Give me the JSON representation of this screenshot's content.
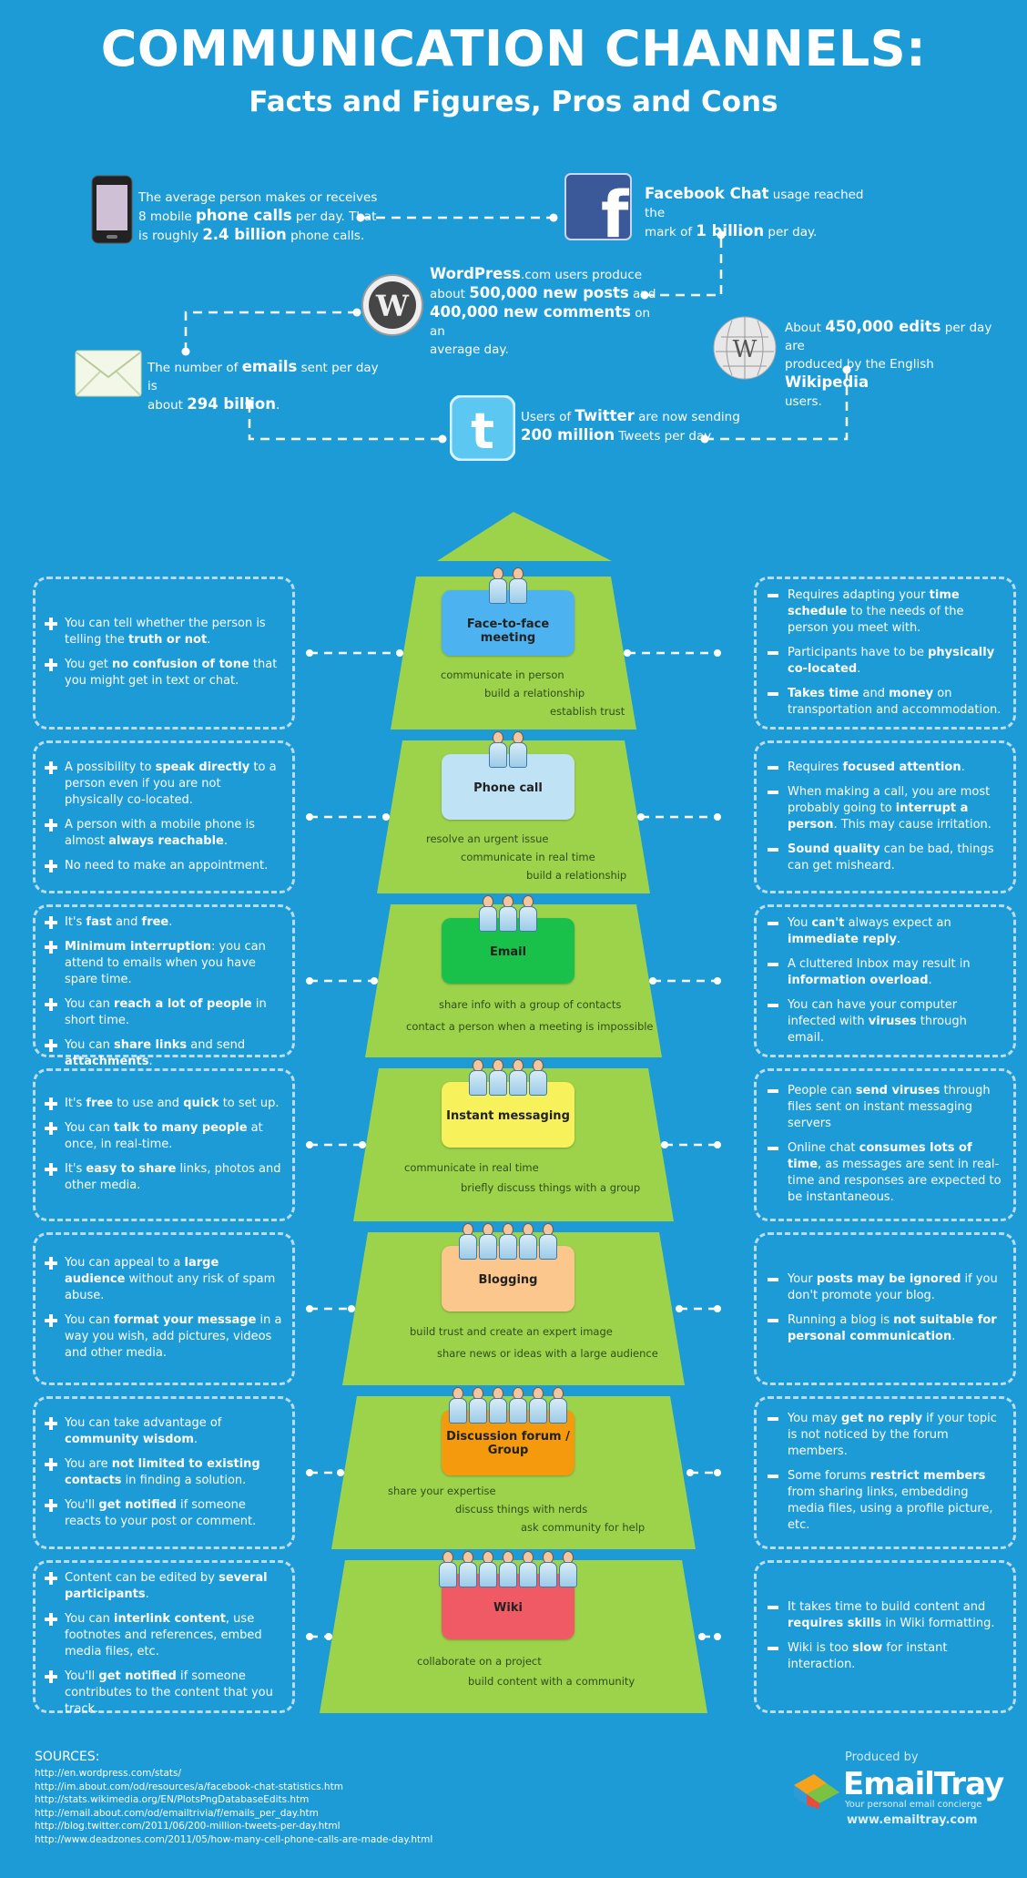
{
  "title": "COMMUNICATION CHANNELS:",
  "subtitle": "Facts and Figures, Pros and Cons",
  "facts": {
    "phone": {
      "t1": "The average person makes or receives",
      "t2": "8 mobile ",
      "b1": "phone calls",
      "t3": " per day.  That",
      "t4": "is roughly ",
      "b2": "2.4 billion",
      "t5": " phone calls."
    },
    "facebook": {
      "b1": "Facebook Chat",
      "t1": " usage reached the",
      "t2": "mark of ",
      "b2": "1 billion",
      "t3": " per day."
    },
    "wordpress": {
      "b1": "WordPress",
      "t1": ".com users produce",
      "t2": "about ",
      "b2": "500,000 new posts",
      "t3": " and",
      "b3": "400,000 new comments",
      "t4": " on an",
      "t5": "average day."
    },
    "email": {
      "t1": "The number of ",
      "b1": "emails",
      "t2": " sent per day is",
      "t3": "about ",
      "b2": "294 billion",
      "t4": "."
    },
    "wikipedia": {
      "t1": "About ",
      "b1": "450,000 edits",
      "t2": " per day are",
      "t3": "produced by the English ",
      "b2": "Wikipedia",
      "t4": "users."
    },
    "twitter": {
      "t1": "Users of ",
      "b1": "Twitter",
      "t2": " are now sending",
      "b2": "200 million",
      "t3": " Tweets per day."
    }
  },
  "channels": [
    {
      "name": "Face-to-face meeting",
      "color": "#4db3f0",
      "people": 2,
      "purposes": [
        "communicate in person",
        "build a relationship",
        "establish trust"
      ],
      "pros": [
        [
          "You can tell whether the person is telling the ",
          "truth or not",
          "."
        ],
        [
          "You get ",
          "no confusion of tone",
          " that you might get in text or chat."
        ]
      ],
      "cons": [
        [
          "Requires adapting your ",
          "time schedule",
          " to the needs of the person you meet with."
        ],
        [
          "Participants have to be ",
          "physically co-located",
          "."
        ],
        [
          "",
          "Takes time",
          " and ",
          "money",
          " on transportation and accommodation."
        ]
      ]
    },
    {
      "name": "Phone call",
      "color": "#bfe3f5",
      "people": 2,
      "purposes": [
        "resolve an urgent issue",
        "communicate in real time",
        "build a relationship"
      ],
      "pros": [
        [
          "A possibility to ",
          "speak directly",
          " to a person even if you are not physically co-located."
        ],
        [
          "A person with a mobile phone is almost ",
          "always reachable",
          "."
        ],
        [
          "No need to make an appointment.",
          "",
          ""
        ]
      ],
      "cons": [
        [
          "Requires ",
          "focused attention",
          "."
        ],
        [
          "When making a call, you are most probably going to ",
          "interrupt a person",
          ". This may cause irritation."
        ],
        [
          "",
          "Sound quality",
          " can be bad, things can get misheard."
        ]
      ]
    },
    {
      "name": "Email",
      "color": "#19c04a",
      "people": 3,
      "purposes": [
        "share info with a group of contacts",
        "contact a person when a meeting is impossible"
      ],
      "pros": [
        [
          "It's ",
          "fast",
          " and ",
          "free",
          "."
        ],
        [
          "",
          "Minimum interruption",
          ": you can attend to emails when you have spare time."
        ],
        [
          "You can ",
          "reach a lot of people",
          " in short time."
        ],
        [
          "You can ",
          "share links",
          " and send ",
          "attachments",
          "."
        ]
      ],
      "cons": [
        [
          "You ",
          "can't",
          " always expect an ",
          "immediate reply",
          "."
        ],
        [
          "A cluttered Inbox may result in ",
          "information overload",
          "."
        ],
        [
          "You can have your computer infected with ",
          "viruses",
          " through email."
        ]
      ]
    },
    {
      "name": "Instant messaging",
      "color": "#f7f15b",
      "people": 4,
      "purposes": [
        "communicate in real time",
        "briefly discuss things with a group"
      ],
      "pros": [
        [
          "It's ",
          "free",
          " to use and ",
          "quick",
          " to set up."
        ],
        [
          "You can ",
          "talk to many people",
          " at once, in real-time."
        ],
        [
          "It's ",
          "easy to share",
          " links, photos and other media."
        ]
      ],
      "cons": [
        [
          "People can ",
          "send viruses",
          " through files sent on instant messaging servers"
        ],
        [
          "Online chat ",
          "consumes lots of time",
          ", as messages are sent in real-time and responses are expected to be instantaneous."
        ]
      ]
    },
    {
      "name": "Blogging",
      "color": "#fbc78c",
      "people": 5,
      "purposes": [
        "build trust and create an expert image",
        "share news or ideas with a large audience"
      ],
      "pros": [
        [
          "You can appeal to a ",
          "large audience",
          " without any risk of spam abuse."
        ],
        [
          "You can ",
          "format your message",
          " in a way you wish, add pictures, videos and other media."
        ]
      ],
      "cons": [
        [
          "Your ",
          "posts may be ignored",
          " if you don't promote your blog."
        ],
        [
          "Running a blog is ",
          "not suitable for personal communication",
          "."
        ]
      ]
    },
    {
      "name": "Discussion forum / Group",
      "color": "#f59a0c",
      "people": 6,
      "purposes": [
        "share your expertise",
        "discuss things with nerds",
        "ask community for help"
      ],
      "pros": [
        [
          "You can take advantage of ",
          "community wisdom",
          "."
        ],
        [
          "You are ",
          "not limited to existing contacts",
          " in finding a solution."
        ],
        [
          "You'll ",
          "get notified",
          " if someone reacts to your post or comment."
        ]
      ],
      "cons": [
        [
          "You may ",
          "get no reply",
          " if your topic is not noticed by the forum members."
        ],
        [
          "Some forums ",
          "restrict members",
          " from sharing links, embedding media files, using a profile picture, etc."
        ]
      ]
    },
    {
      "name": "Wiki",
      "color": "#f05a64",
      "people": 7,
      "purposes": [
        "collaborate on a project",
        "build content with a community"
      ],
      "pros": [
        [
          "Content can be edited by ",
          "several participants",
          "."
        ],
        [
          "You can ",
          "interlink content",
          ", use footnotes and references, embed media files, etc."
        ],
        [
          "You'll ",
          "get notified",
          " if someone contributes to the content that you track."
        ]
      ],
      "cons": [
        [
          "It takes time to build content and ",
          "requires skills",
          " in Wiki formatting."
        ],
        [
          "Wiki is too ",
          "slow",
          " for instant interaction."
        ]
      ]
    }
  ],
  "sources": {
    "label": "SOURCES:",
    "items": [
      "http://en.wordpress.com/stats/",
      "http://im.about.com/od/resources/a/facebook-chat-statistics.htm",
      "http://stats.wikimedia.org/EN/PlotsPngDatabaseEdits.htm",
      "http://email.about.com/od/emailtrivia/f/emails_per_day.htm",
      "http://blog.twitter.com/2011/06/200-million-tweets-per-day.html",
      "http://www.deadzones.com/2011/05/how-many-cell-phone-calls-are-made-day.html"
    ]
  },
  "footer": {
    "produced_by": "Produced by",
    "brand_a": "Email",
    "brand_b": "Tray",
    "tagline": "Your personal email concierge",
    "url": "www.emailtray.com"
  }
}
